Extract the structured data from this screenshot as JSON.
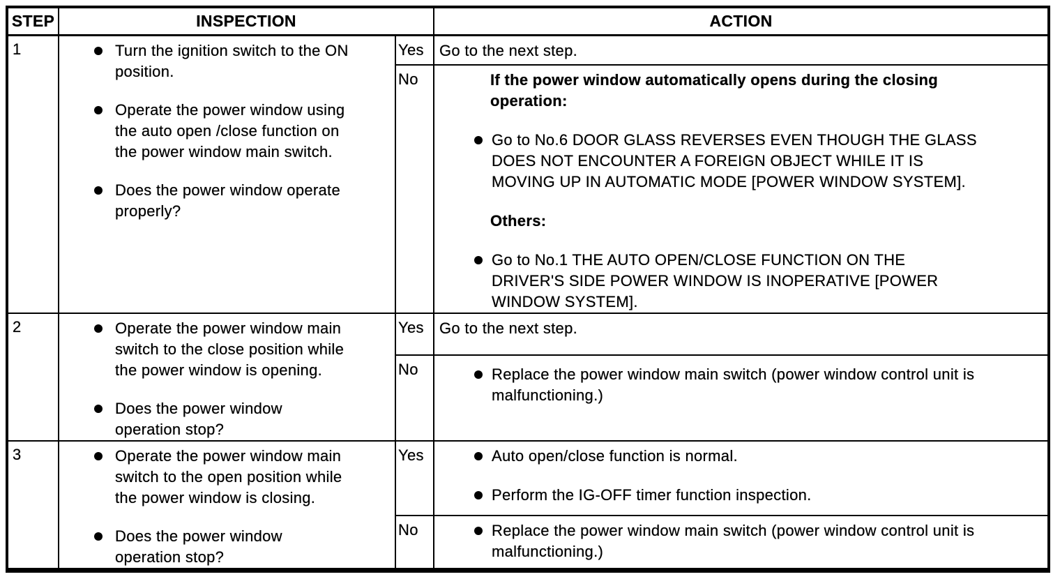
{
  "colors": {
    "ink": "#000000",
    "paper": "#ffffff"
  },
  "table": {
    "headers": {
      "step": "STEP",
      "inspection": "INSPECTION",
      "action": "ACTION"
    },
    "rows": [
      {
        "step": "1",
        "inspection_bullets": [
          "Turn the ignition switch to the ON\nposition.",
          "Operate the power window using\nthe auto open /close function on\nthe power window main switch.",
          "Does the power window operate\nproperly?"
        ],
        "yes": {
          "label": "Yes",
          "text": "Go to the next step."
        },
        "no": {
          "label": "No",
          "blocks": [
            {
              "type": "heading",
              "text": "If the power window automatically opens during the closing\noperation:"
            },
            {
              "type": "bullet",
              "text": "Go to No.6 DOOR GLASS REVERSES EVEN THOUGH THE GLASS\nDOES NOT ENCOUNTER A FOREIGN OBJECT WHILE IT IS\nMOVING UP IN AUTOMATIC MODE [POWER WINDOW SYSTEM]."
            },
            {
              "type": "heading",
              "text": "Others:"
            },
            {
              "type": "bullet",
              "text": "Go to No.1 THE AUTO OPEN/CLOSE FUNCTION ON THE\nDRIVER'S SIDE POWER WINDOW IS INOPERATIVE [POWER\nWINDOW SYSTEM]."
            }
          ]
        }
      },
      {
        "step": "2",
        "inspection_bullets": [
          "Operate the power window main\nswitch to the close position while\nthe power window is opening.",
          "Does the power window\noperation stop?"
        ],
        "yes": {
          "label": "Yes",
          "text": "Go to the next step."
        },
        "no": {
          "label": "No",
          "bullets": [
            "Replace the power window main switch (power window control unit is\nmalfunctioning.)"
          ]
        }
      },
      {
        "step": "3",
        "inspection_bullets": [
          "Operate the power window main\nswitch to the open position while\nthe power window is closing.",
          "Does the power window\noperation stop?"
        ],
        "yes": {
          "label": "Yes",
          "bullets": [
            "Auto open/close function is normal.",
            "Perform the IG-OFF timer function inspection."
          ]
        },
        "no": {
          "label": "No",
          "bullets": [
            "Replace the power window main switch (power window control unit is\nmalfunctioning.)"
          ]
        }
      }
    ]
  }
}
